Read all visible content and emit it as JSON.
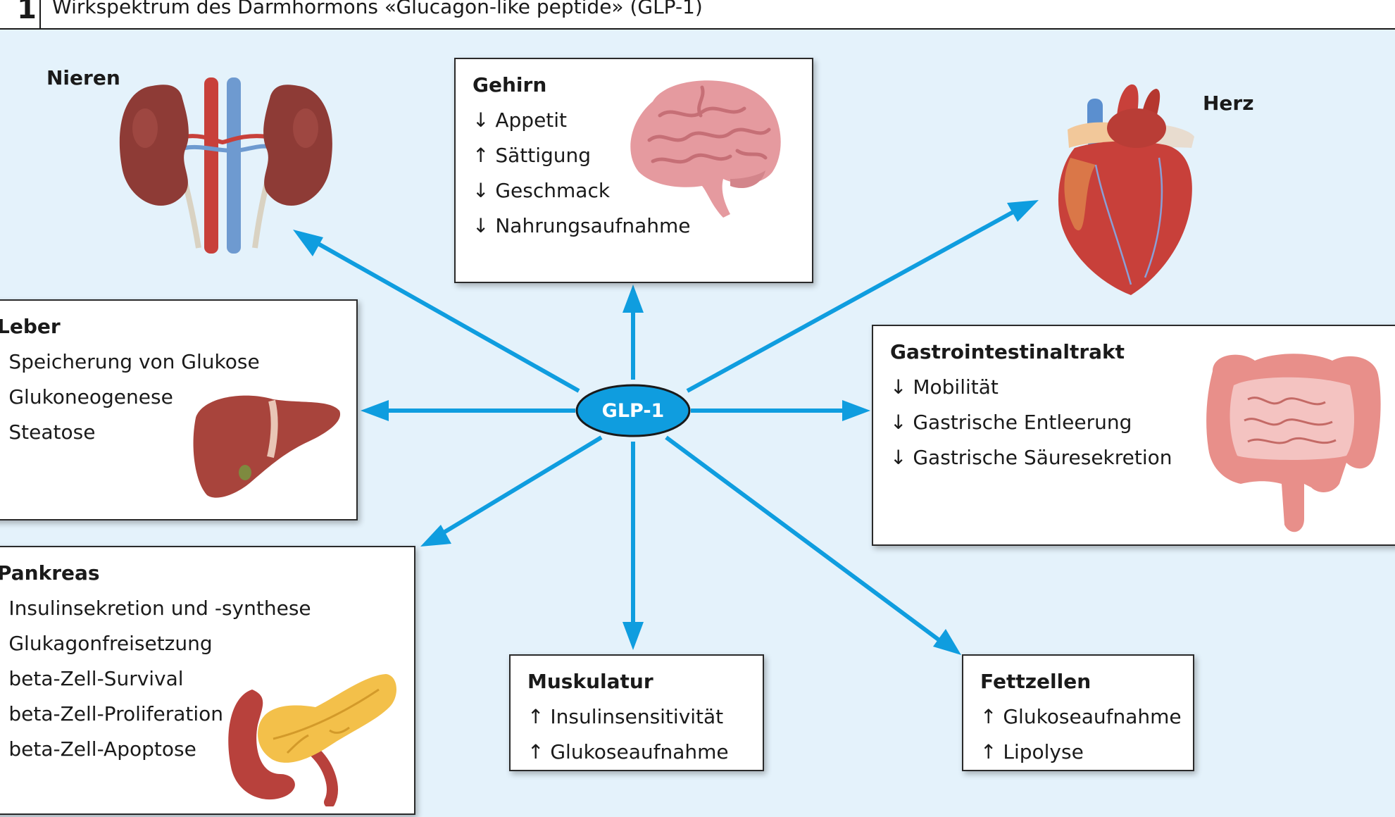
{
  "figure": {
    "number": "1",
    "title": "Wirkspektrum des Darmhormons «Glucagon-like peptide» (GLP-1)"
  },
  "center": {
    "label": "GLP-1"
  },
  "labels": {
    "kidneys": "Nieren",
    "heart": "Herz"
  },
  "boxes": {
    "brain": {
      "title": "Gehirn",
      "lines": [
        "↓ Appetit",
        "↑ Sättigung",
        "↓ Geschmack",
        "↓ Nahrungsaufnahme"
      ]
    },
    "liver": {
      "title": "Leber",
      "lines": [
        "↑ Speicherung von Glukose",
        "↓ Glukoneogenese",
        "↓ Steatose"
      ]
    },
    "pancreas": {
      "title": "Pankreas",
      "lines": [
        "↑ Insulinsekretion und -synthese",
        "↓ Glukagonfreisetzung",
        "↑ beta-Zell-Survival",
        "↑ beta-Zell-Proliferation",
        "↓ beta-Zell-Apoptose"
      ]
    },
    "gi": {
      "title": "Gastrointestinaltrakt",
      "lines": [
        "↓ Mobilität",
        "↓ Gastrische Entleerung",
        "↓ Gastrische Säuresekretion"
      ]
    },
    "muscle": {
      "title": "Muskulatur",
      "lines": [
        "↑ Insulinsensitivität",
        "↑ Glukoseaufnahme"
      ]
    },
    "fat": {
      "title": "Fettzellen",
      "lines": [
        "↑ Glukoseaufnahme",
        "↑ Lipolyse"
      ]
    }
  },
  "icons": [
    "kidneys-icon",
    "brain-icon",
    "heart-icon",
    "liver-icon",
    "intestine-icon",
    "pancreas-icon"
  ],
  "colors": {
    "arrow": "#0f9ddf",
    "center_fill": "#0f9ddf",
    "background": "#e4f2fb",
    "kidney": "#8e3b36",
    "brain": "#e59a9f",
    "heart": "#c8403a",
    "liver": "#a8443c",
    "intestine": "#e88f8a",
    "pancreas": "#f3c04a"
  }
}
